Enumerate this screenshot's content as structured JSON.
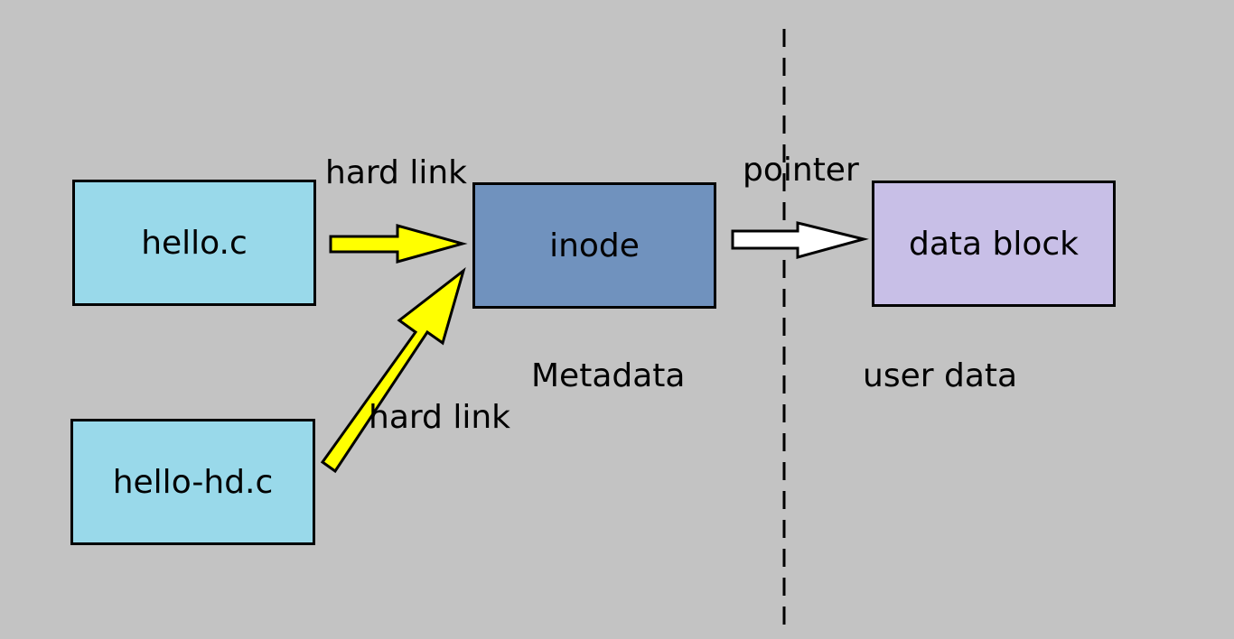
{
  "nodes": {
    "hello": "hello.c",
    "hello_hd": "hello-hd.c",
    "inode": "inode",
    "data_block": "data block"
  },
  "edges": {
    "hard_link_top": "hard link",
    "hard_link_bottom": "hard link",
    "pointer": "pointer"
  },
  "regions": {
    "metadata": "Metadata",
    "user_data": "user data"
  },
  "colors": {
    "background": "#c3c3c3",
    "file_box": "#99d9ea",
    "inode_box": "#7092be",
    "data_box": "#c8bfe7",
    "hard_link_arrow": "#ffff00",
    "pointer_arrow": "#ffffff"
  }
}
